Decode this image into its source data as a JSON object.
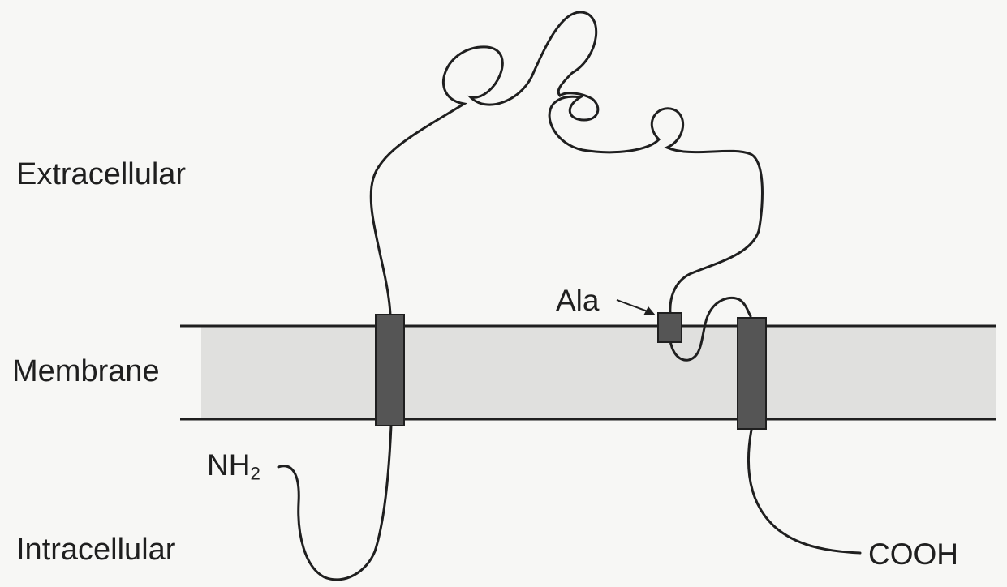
{
  "labels": {
    "extracellular": "Extracellular",
    "membrane": "Membrane",
    "intracellular": "Intracellular",
    "amino_terminus": "NH",
    "amino_terminus_subscript": "2",
    "carboxy_terminus": "COOH",
    "residue": "Ala"
  },
  "colors": {
    "background": "#f7f7f5",
    "membrane_fill": "#e0e0de",
    "line": "#1f1f1f",
    "transmembrane_segment": "#555555"
  }
}
